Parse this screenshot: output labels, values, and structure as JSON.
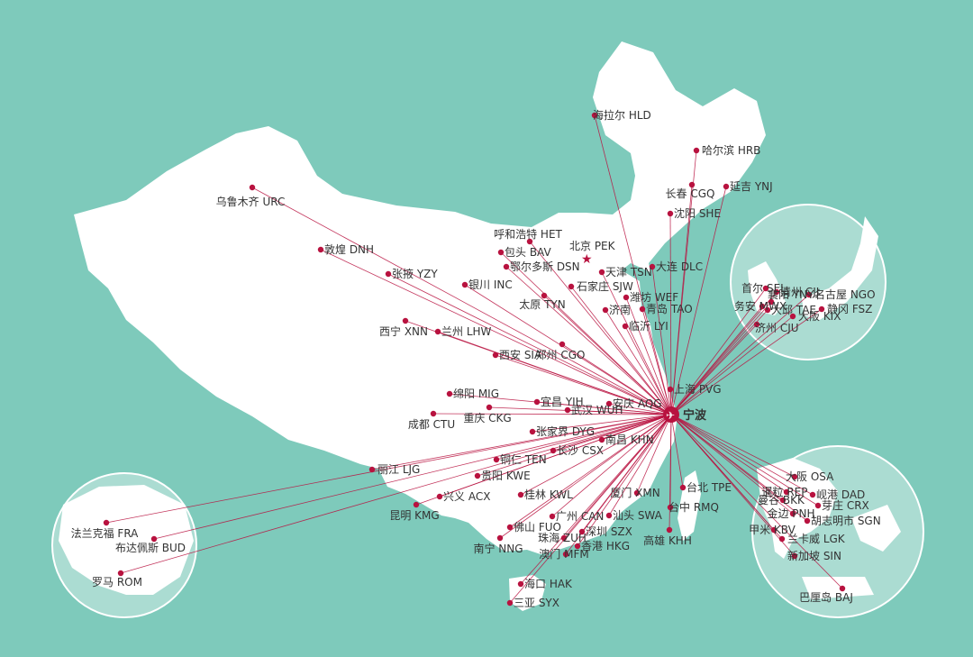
{
  "hub": {
    "label": "宁波",
    "icon": "airplane-icon"
  },
  "capital": {
    "label": "北京 PEK",
    "icon": "star-icon"
  },
  "colors": {
    "sea": "#7ecabb",
    "land": "#ffffff",
    "route": "#b8123f"
  },
  "cities": [
    {
      "label": "海拉尔 HLD"
    },
    {
      "label": "哈尔滨 HRB"
    },
    {
      "label": "长春 CGQ"
    },
    {
      "label": "延吉 YNJ"
    },
    {
      "label": "沈阳 SHE"
    },
    {
      "label": "乌鲁木齐 URC"
    },
    {
      "label": "呼和浩特 HET"
    },
    {
      "label": "包头 BAV"
    },
    {
      "label": "鄂尔多斯 DSN"
    },
    {
      "label": "敦煌 DNH"
    },
    {
      "label": "张掖 YZY"
    },
    {
      "label": "银川 INC"
    },
    {
      "label": "天津 TSN"
    },
    {
      "label": "大连 DLC"
    },
    {
      "label": "石家庄 SJW"
    },
    {
      "label": "太原 TYN"
    },
    {
      "label": "潍坊 WEF"
    },
    {
      "label": "济南"
    },
    {
      "label": "青岛 TAO"
    },
    {
      "label": "临沂 LYI"
    },
    {
      "label": "西宁 XNN"
    },
    {
      "label": "兰州 LHW"
    },
    {
      "label": "西安 SIA"
    },
    {
      "label": "郑州 CGO"
    },
    {
      "label": "绵阳 MIG"
    },
    {
      "label": "宜昌 YIH"
    },
    {
      "label": "安庆 AQG"
    },
    {
      "label": "上海 PVG"
    },
    {
      "label": "成都 CTU"
    },
    {
      "label": "重庆 CKG"
    },
    {
      "label": "武汉 WUH"
    },
    {
      "label": "张家界 DYG"
    },
    {
      "label": "南昌 KHN"
    },
    {
      "label": "长沙 CSX"
    },
    {
      "label": "铜仁 TEN"
    },
    {
      "label": "丽江 LJG"
    },
    {
      "label": "贵阳 KWE"
    },
    {
      "label": "兴义 ACX"
    },
    {
      "label": "桂林 KWL"
    },
    {
      "label": "昆明 KMG"
    },
    {
      "label": "厦门 XMN"
    },
    {
      "label": "台北 TPE"
    },
    {
      "label": "台中 RMQ"
    },
    {
      "label": "广州 CAN"
    },
    {
      "label": "汕头 SWA"
    },
    {
      "label": "佛山 FUO"
    },
    {
      "label": "深圳 SZX"
    },
    {
      "label": "珠海 ZUH"
    },
    {
      "label": "香港 HKG"
    },
    {
      "label": "高雄 KHH"
    },
    {
      "label": "南宁 NNG"
    },
    {
      "label": "澳门 MFM"
    },
    {
      "label": "海口 HAK"
    },
    {
      "label": "三亚 SYX"
    },
    {
      "label": "襄阳 YNY"
    },
    {
      "label": "首尔 SEL"
    },
    {
      "label": "清州 CJJ"
    },
    {
      "label": "名古屋 NGO"
    },
    {
      "label": "务安 MWX"
    },
    {
      "label": "大邱 TAE"
    },
    {
      "label": "静冈 FSZ"
    },
    {
      "label": "大阪 KIX"
    },
    {
      "label": "济州 CJU"
    },
    {
      "label": "大阪 OSA"
    },
    {
      "label": "暹粒 REP"
    },
    {
      "label": "岘港 DAD"
    },
    {
      "label": "曼谷 BKK"
    },
    {
      "label": "芽庄 CRX"
    },
    {
      "label": "金边 PNH"
    },
    {
      "label": "胡志明市 SGN"
    },
    {
      "label": "甲米 KBV"
    },
    {
      "label": "兰卡威 LGK"
    },
    {
      "label": "新加坡 SIN"
    },
    {
      "label": "巴厘岛 BAJ"
    },
    {
      "label": "法兰克福 FRA"
    },
    {
      "label": "布达佩斯 BUD"
    },
    {
      "label": "罗马 ROM"
    }
  ]
}
